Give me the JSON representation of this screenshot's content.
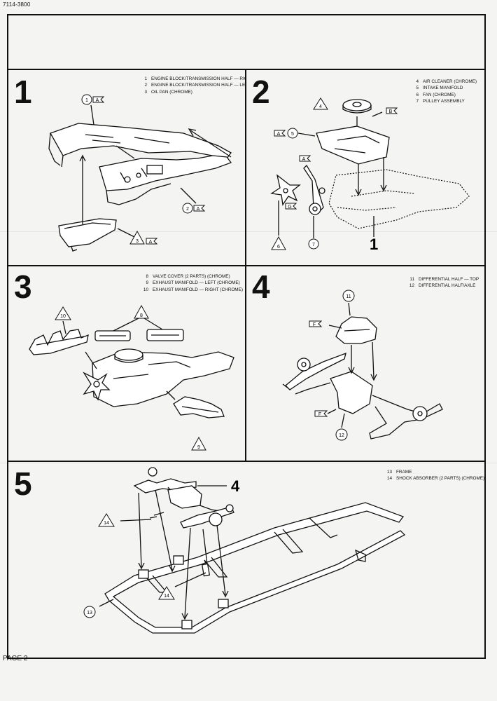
{
  "header": {
    "code": "7114-3800"
  },
  "footer": {
    "page": "PAGE 2"
  },
  "steps": [
    {
      "num": "1",
      "parts": [
        {
          "n": "1",
          "t": "ENGINE BLOCK/TRANSMISSION HALF — RIGHT"
        },
        {
          "n": "2",
          "t": "ENGINE BLOCK/TRANSMISSION HALF — LEFT"
        },
        {
          "n": "3",
          "t": "OIL PAN (CHROME)"
        }
      ]
    },
    {
      "num": "2",
      "parts": [
        {
          "n": "4",
          "t": "AIR CLEANER (CHROME)"
        },
        {
          "n": "5",
          "t": "INTAKE MANIFOLD"
        },
        {
          "n": "6",
          "t": "FAN (CHROME)"
        },
        {
          "n": "7",
          "t": "PULLEY ASSEMBLY"
        }
      ]
    },
    {
      "num": "3",
      "parts": [
        {
          "n": "8",
          "t": "VALVE COVER (2 PARTS) (CHROME)"
        },
        {
          "n": "9",
          "t": "EXHAUST MANIFOLD — LEFT (CHROME)"
        },
        {
          "n": "10",
          "t": "EXHAUST MANIFOLD — RIGHT (CHROME)"
        }
      ]
    },
    {
      "num": "4",
      "parts": [
        {
          "n": "11",
          "t": "DIFFERENTIAL HALF — TOP"
        },
        {
          "n": "12",
          "t": "DIFFERENTIAL HALF/AXLE"
        }
      ]
    },
    {
      "num": "5",
      "parts": [
        {
          "n": "13",
          "t": "FRAME"
        },
        {
          "n": "14",
          "t": "SHOCK ABSORBER (2 PARTS) (CHROME)"
        }
      ]
    }
  ],
  "callouts": {
    "s1": {
      "c1": "1",
      "l1": "A",
      "c2": "2",
      "l2": "A",
      "t3": "3",
      "l3": "A"
    },
    "s2": {
      "t4": "4",
      "lB": "B",
      "lA5": "A",
      "c5": "5",
      "lA": "A",
      "lG": "G",
      "t6": "6",
      "c7": "7",
      "ref": "1"
    },
    "s3": {
      "t10": "10",
      "t8": "8",
      "t9": "9"
    },
    "s4": {
      "c11": "11",
      "lF1": "F",
      "lF2": "F",
      "c12": "12"
    },
    "s5": {
      "ref4": "4",
      "t14a": "14",
      "t14b": "14",
      "c13": "13"
    }
  }
}
